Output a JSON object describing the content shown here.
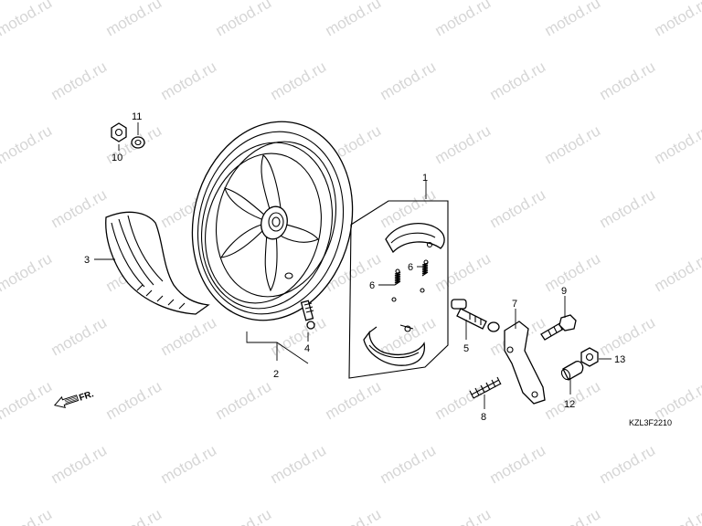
{
  "watermark": "motod.ru",
  "diagram_code": "KZL3F2210",
  "direction_label": "FR.",
  "callouts": [
    "1",
    "2",
    "3",
    "4",
    "5",
    "6",
    "6",
    "7",
    "8",
    "9",
    "10",
    "11",
    "12",
    "13"
  ],
  "icons": {
    "direction": "arrow-left-icon"
  }
}
